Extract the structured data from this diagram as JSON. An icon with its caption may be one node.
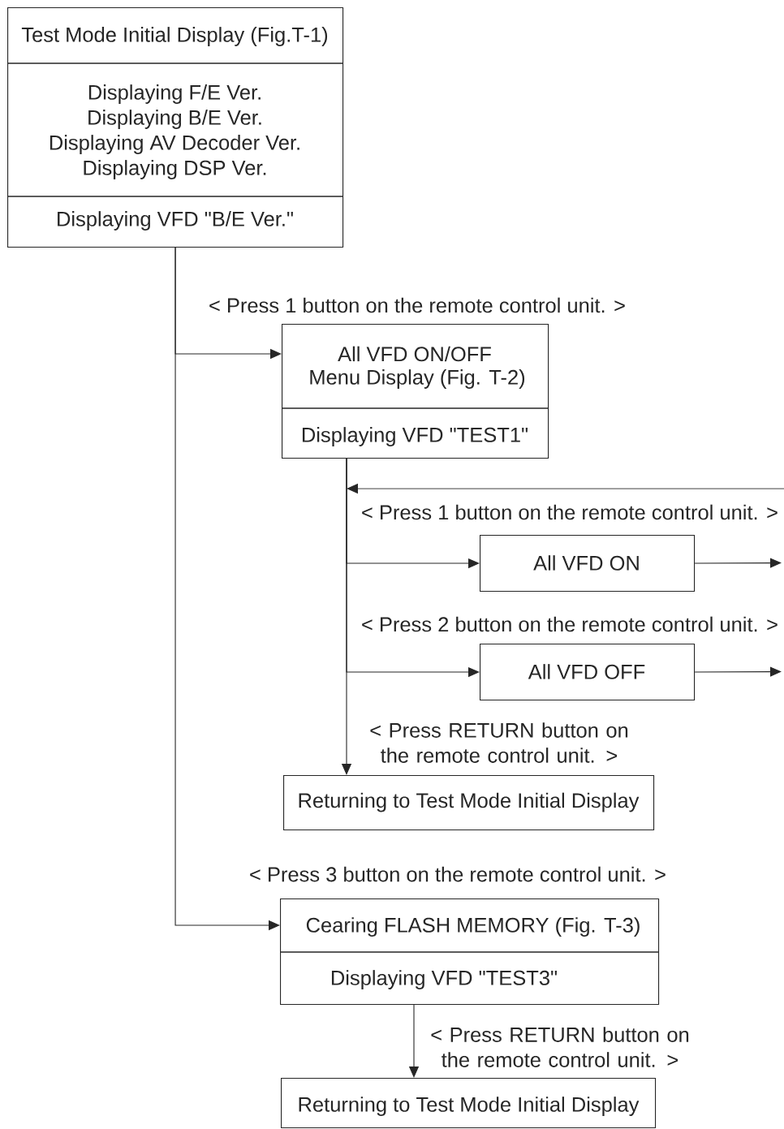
{
  "diagram": {
    "nodes": [
      {
        "text": [
          "Test Mode Initial Display (Fig.T-1)",
          "Displaying F/E Ver.",
          "Displaying B/E Ver.",
          "Displaying AV Decoder Ver.",
          "Displaying DSP Ver.",
          "Displaying VFD \"B/E Ver.\""
        ]
      },
      {
        "text": [
          "All VFD ON/OFF",
          "Menu Display (Fig. T-2)",
          "Displaying VFD \"TEST1\""
        ]
      },
      {
        "text": [
          "All VFD ON"
        ]
      },
      {
        "text": [
          "All VFD OFF"
        ]
      },
      {
        "text": [
          "Returning to Test Mode Initial Display"
        ]
      },
      {
        "text": [
          "Cearing FLASH MEMORY (Fig. T-3)",
          "Displaying VFD \"TEST3\""
        ]
      },
      {
        "text": [
          "Returning to Test Mode Initial Display"
        ]
      }
    ],
    "edges": [
      {
        "from": 0,
        "to": 1,
        "arrow": "to",
        "label": "< Press 1 button on the remote control unit. >"
      },
      {
        "from": 1,
        "to": 2,
        "arrow": "to",
        "label": "< Press 1 button on the remote control unit. >"
      },
      {
        "from": 2,
        "to": null,
        "arrow": "to"
      },
      {
        "from": null,
        "to": 1,
        "arrow": "to"
      },
      {
        "from": 1,
        "to": 3,
        "arrow": "to",
        "label": "< Press 2 button on the remote control unit. >"
      },
      {
        "from": 3,
        "to": null,
        "arrow": "to"
      },
      {
        "from": 1,
        "to": 4,
        "arrow": "to",
        "label": "< Press RETURN button on the remote control unit. >"
      },
      {
        "from": 0,
        "to": 5,
        "arrow": "to",
        "label": "< Press 3 button on the remote control unit. >"
      },
      {
        "from": 5,
        "to": 6,
        "arrow": "to",
        "label": "< Press RETURN button on the remote control unit. >"
      }
    ]
  }
}
